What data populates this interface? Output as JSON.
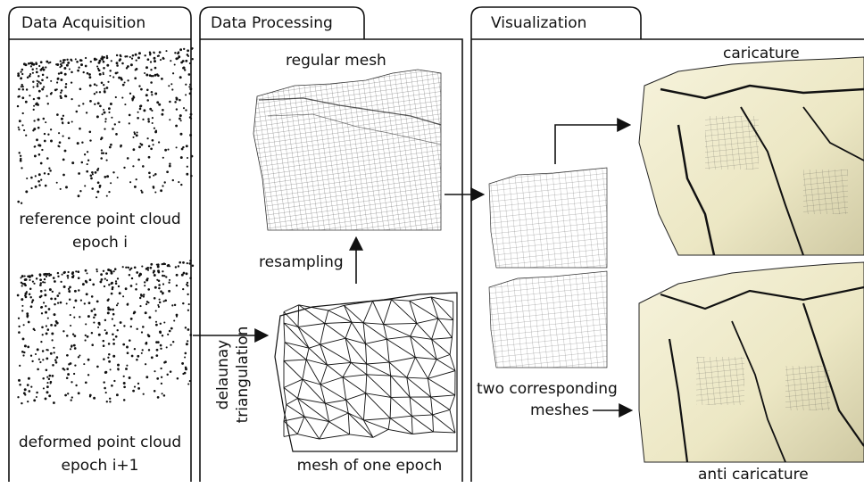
{
  "panels": {
    "acquisition": {
      "title": "Data Acquisition",
      "reference_caption_line1": "reference point cloud",
      "reference_caption_line2": "epoch i",
      "deformed_caption_line1": "deformed point cloud",
      "deformed_caption_line2": "epoch i+1"
    },
    "processing": {
      "title": "Data Processing",
      "regular_mesh_label": "regular mesh",
      "resampling_label": "resampling",
      "triangulation_line1": "delaunay",
      "triangulation_line2": "triangulation",
      "mesh_epoch_label": "mesh of one epoch"
    },
    "visualization": {
      "title": "Visualization",
      "caricature_label": "caricature",
      "corresponding_line1": "two corresponding",
      "corresponding_line2": "meshes",
      "anti_caricature_label": "anti caricature"
    }
  },
  "colors": {
    "line": "#111111",
    "surface": "#f3f0d6",
    "surface_shadow": "#d9d4b0",
    "mesh": "#222222",
    "background": "#ffffff"
  }
}
